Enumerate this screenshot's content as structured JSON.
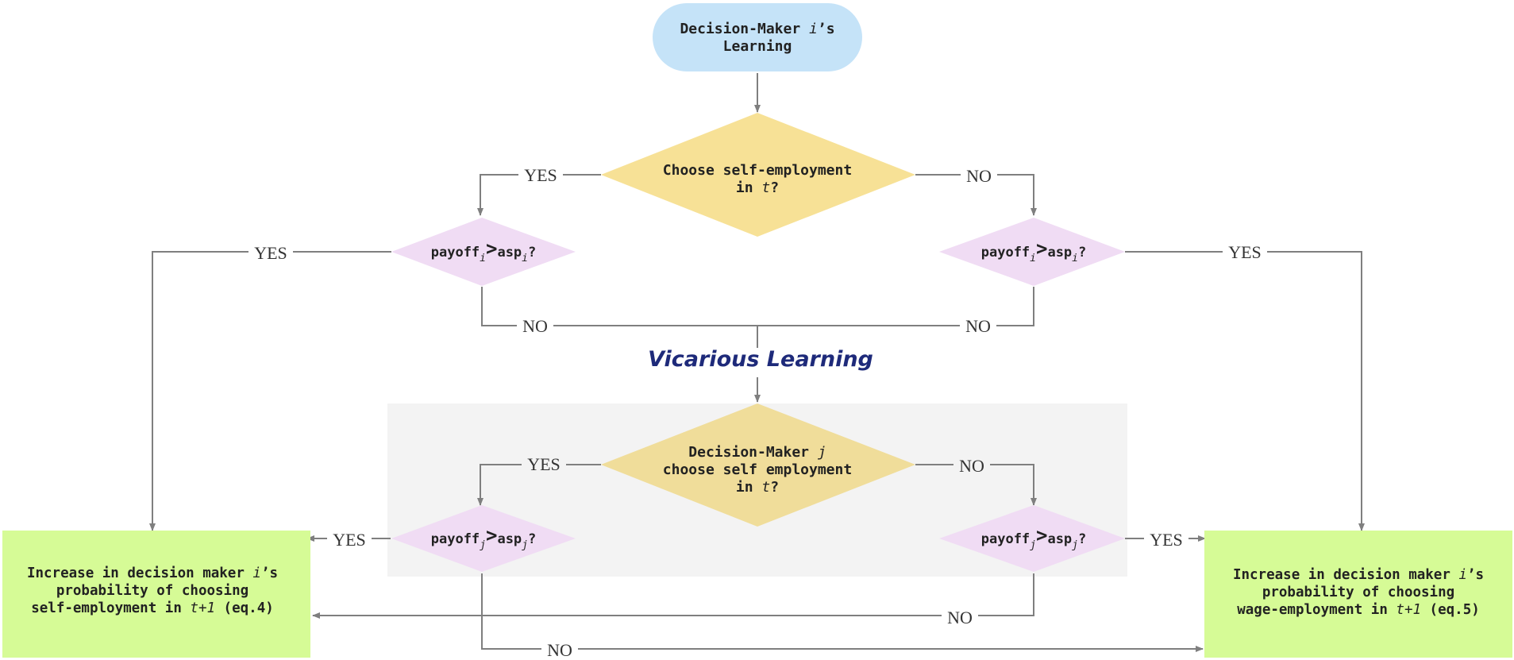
{
  "nodes": {
    "start": {
      "line1": "Decision-Maker ",
      "var": "i",
      "line1_end": "’s",
      "line2": "Learning"
    },
    "q_self": {
      "line1": "Choose self-employment",
      "line2_pre": "in ",
      "var": "t",
      "line2_post": "?"
    },
    "q_i_left": {
      "base": "payoff",
      "sub": "i",
      "op": ">",
      "base2": "asp",
      "sub2": "i",
      "end": "?"
    },
    "q_i_right": {
      "base": "payoff",
      "sub": "i",
      "op": ">",
      "base2": "asp",
      "sub2": "i",
      "end": "?"
    },
    "q_j_choose": {
      "line1_pre": "Decision-Maker ",
      "var_j": "j",
      "line2": "choose self employment",
      "line3_pre": "in ",
      "var_t": "t",
      "line3_post": "?"
    },
    "q_j_left": {
      "base": "payoff",
      "sub": "j",
      "op": ">",
      "base2": "asp",
      "sub2": "j",
      "end": "?"
    },
    "q_j_right": {
      "base": "payoff",
      "sub": "j",
      "op": ">",
      "base2": "asp",
      "sub2": "j",
      "end": "?"
    },
    "out_self": {
      "line1_pre": "Increase in decision maker ",
      "var_i": "i",
      "line1_post": "’s",
      "line2": "probability of choosing",
      "line3_pre": "self-employment in ",
      "var_t": "t+1",
      "line3_post": " (eq.4)"
    },
    "out_wage": {
      "line1_pre": "Increase in decision maker ",
      "var_i": "i",
      "line1_post": "’s",
      "line2": "probability of choosing",
      "line3_pre": "wage-employment in ",
      "var_t": "t+1",
      "line3_post": " (eq.5)"
    }
  },
  "section_label": "Vicarious Learning",
  "edge_labels": {
    "self_yes": "YES",
    "self_no": "NO",
    "left_i_yes": "YES",
    "left_i_no": "NO",
    "right_i_yes": "YES",
    "right_i_no": "NO",
    "j_yes": "YES",
    "j_no": "NO",
    "left_j_yes": "YES",
    "right_j_yes": "YES",
    "right_j_no": "NO",
    "left_j_no": "NO"
  },
  "colors": {
    "start_fill": "#c5e3f8",
    "decision_main": "#f7e196",
    "decision_j": "#f0dd9a",
    "decision_small": "#f0dcf4",
    "outcome_fill": "#d6fb96",
    "panel_fill": "#f3f3f3",
    "section_text": "#1e2a7a",
    "edge": "#7f7f7f"
  }
}
